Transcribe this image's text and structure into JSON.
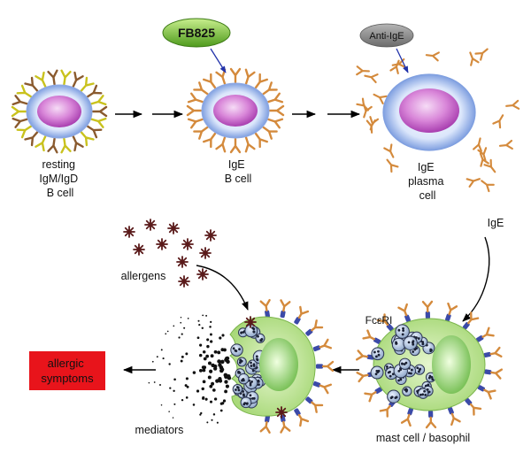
{
  "labels": {
    "resting_cell": [
      "resting",
      "IgM/IgD",
      "B cell"
    ],
    "ige_b_cell": [
      "IgE",
      "B cell"
    ],
    "plasma_cell": [
      "IgE",
      "plasma",
      "cell"
    ],
    "ige": "IgE",
    "allergens": "allergens",
    "mediators": "mediators",
    "fceri": "FcεRI",
    "mast_cell": "mast cell / basophil"
  },
  "drugs": {
    "fb825": "FB825",
    "anti_ige": "Anti-IgE"
  },
  "outcome": {
    "label": [
      "allergic",
      "symptoms"
    ]
  },
  "colors": {
    "fb825_fill": "#7fc435",
    "anti_ige_fill": "#8a8a8a",
    "symptoms_fill": "#e8141b",
    "ige_antibody": "#d48a3c",
    "igm_antibody": "#c9c21d",
    "igd_antibody": "#8a5a2e",
    "fceri_receptor": "#3b4aa8",
    "allergen": "#5a1a1a",
    "cell_membrane": "#a8c4f0",
    "nucleus": "#c966cc",
    "mast_cytoplasm": "#c7e89a",
    "drug_arrow": "#2233aa"
  }
}
